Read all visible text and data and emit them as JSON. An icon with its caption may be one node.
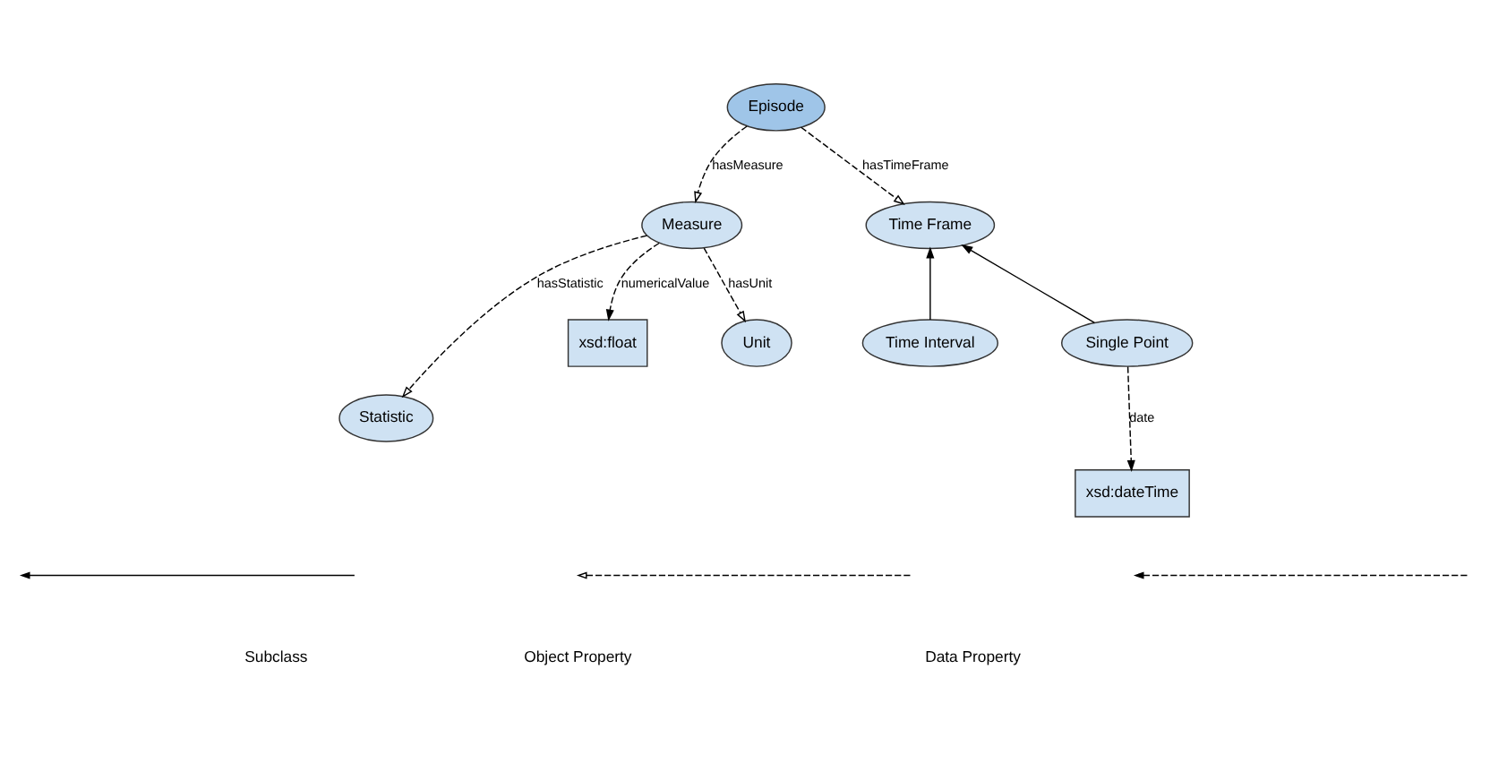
{
  "diagram": {
    "nodes": [
      {
        "text": [
          "Episode"
        ]
      },
      {
        "text": [
          "Measure"
        ]
      },
      {
        "text": [
          "Time Frame"
        ]
      },
      {
        "text": [
          "xsd:float"
        ]
      },
      {
        "text": [
          "Unit"
        ]
      },
      {
        "text": [
          "Single Point"
        ]
      },
      {
        "text": [
          "Time Interval"
        ]
      },
      {
        "text": [
          "Statistic"
        ]
      },
      {
        "text": [
          "xsd:dateTime"
        ]
      }
    ],
    "edges": [
      {
        "from": 0,
        "to": 1,
        "arrow": "to",
        "label": "hasMeasure",
        "style": "dashed"
      },
      {
        "from": 0,
        "to": 2,
        "arrow": "to",
        "label": "hasTimeFrame",
        "style": "dashed"
      },
      {
        "from": 1,
        "to": 3,
        "arrow": "to",
        "label": "numericalValue",
        "style": "dashed"
      },
      {
        "from": 1,
        "to": 4,
        "arrow": "to",
        "label": "hasUnit",
        "style": "dashed"
      },
      {
        "from": 1,
        "to": 7,
        "arrow": "to",
        "label": "hasStatistic",
        "style": "dashed"
      },
      {
        "from": 5,
        "to": 2,
        "arrow": "to"
      },
      {
        "from": 6,
        "to": 2,
        "arrow": "to"
      },
      {
        "from": 5,
        "to": 8,
        "arrow": "to",
        "label": "date",
        "style": "dashed"
      }
    ],
    "legend": [
      {
        "text": "Subclass"
      },
      {
        "text": "Object Property"
      },
      {
        "text": "Data Property"
      }
    ]
  }
}
